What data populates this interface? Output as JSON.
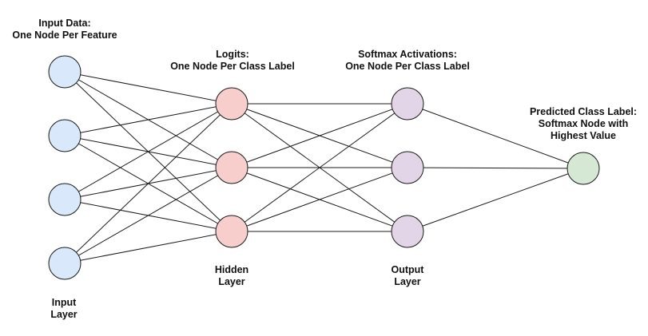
{
  "labels": {
    "input_data": [
      "Input Data:",
      "One Node Per Feature"
    ],
    "logits": [
      "Logits:",
      "One Node Per Class Label"
    ],
    "softmax": [
      "Softmax Activations:",
      "One Node Per Class Label"
    ],
    "predicted": [
      "Predicted Class Label:",
      "Softmax Node with",
      "Highest Value"
    ],
    "hidden_layer": [
      "Hidden",
      "Layer"
    ],
    "output_layer": [
      "Output",
      "Layer"
    ],
    "input_layer": [
      "Input",
      "Layer"
    ]
  },
  "layers": [
    {
      "name": "input",
      "nodes": 4,
      "fill": "#dae8fc",
      "stroke": "#1a1a1a"
    },
    {
      "name": "hidden",
      "nodes": 3,
      "fill": "#f8cecc",
      "stroke": "#1a1a1a"
    },
    {
      "name": "output",
      "nodes": 3,
      "fill": "#e1d5e7",
      "stroke": "#1a1a1a"
    },
    {
      "name": "predicted",
      "nodes": 1,
      "fill": "#d5e8d4",
      "stroke": "#1a1a1a"
    }
  ],
  "connections": [
    {
      "from": "input",
      "to": "hidden",
      "pattern": "all-to-all"
    },
    {
      "from": "hidden",
      "to": "output",
      "pattern": "all-to-all"
    },
    {
      "from": "output",
      "to": "predicted",
      "pattern": "all-to-all"
    }
  ]
}
